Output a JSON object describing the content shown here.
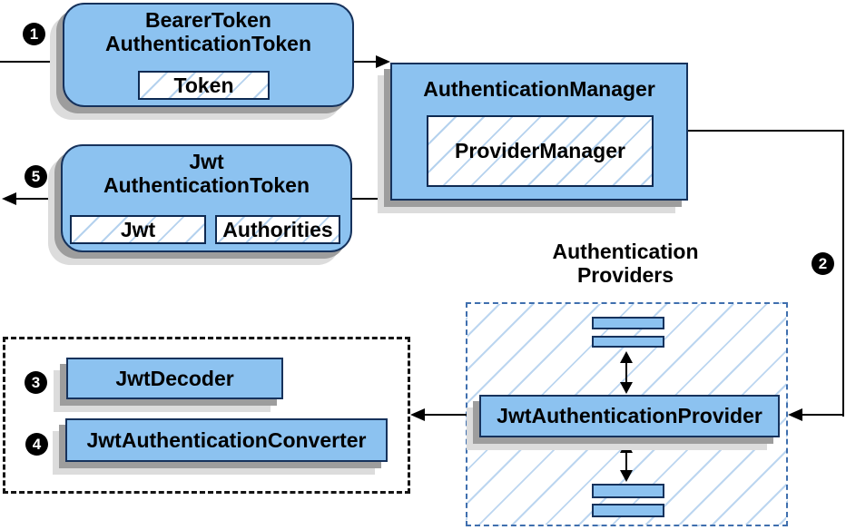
{
  "nodes": {
    "bearer_token": {
      "title1": "BearerToken",
      "title2": "AuthenticationToken",
      "field": "Token"
    },
    "authentication_manager": {
      "title": "AuthenticationManager",
      "field": "ProviderManager"
    },
    "jwt_authentication_token": {
      "title1": "Jwt",
      "title2": "AuthenticationToken",
      "jwt_field": "Jwt",
      "authorities_field": "Authorities"
    },
    "jwt_authentication_provider": {
      "label": "JwtAuthenticationProvider"
    },
    "jwt_decoder": {
      "label": "JwtDecoder"
    },
    "jwt_authentication_converter": {
      "label": "JwtAuthenticationConverter"
    }
  },
  "labels": {
    "providers_group1": "Authentication",
    "providers_group2": "Providers"
  },
  "badges": {
    "step1": "1",
    "step2": "2",
    "step3": "3",
    "step4": "4",
    "step5": "5"
  },
  "colors": {
    "node_fill": "#8cc2f0",
    "node_border": "#16325c",
    "hatch_line": "#b5d2ee",
    "region_border": "#3f6fae",
    "group_border": "#141414",
    "arrow": "#000000",
    "shadow_dark": "#9d9d9d",
    "shadow_light": "#dcdcdc",
    "badge_bg": "#000000",
    "badge_text": "#ffffff",
    "text": "#000000"
  }
}
